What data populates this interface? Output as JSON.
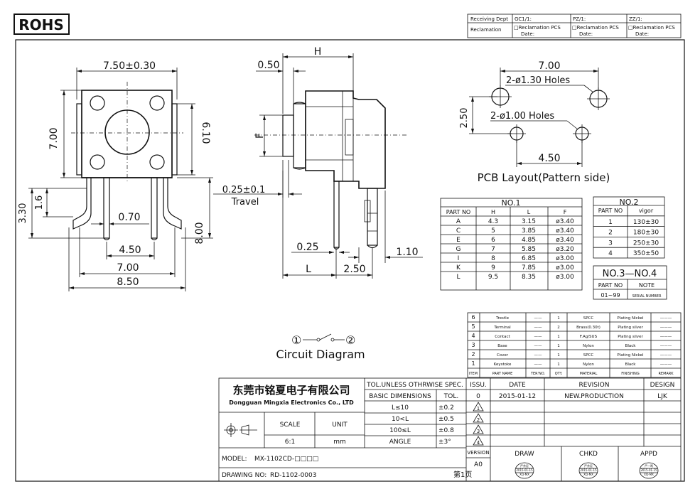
{
  "rohs": "ROHS",
  "receiving": {
    "dept": "Receiving Dept",
    "gc": "GC1/1:",
    "pz": "PZ/1:",
    "zz": "ZZ/1:",
    "reclamation": "Reclamation",
    "recl_pcs": "□Reclamation  PCS",
    "date": "Date:"
  },
  "front_view": {
    "width": "7.50±0.30",
    "height": "7.00",
    "h_right": "6.10",
    "pin_h": "3.30",
    "pin_h2": "1.6",
    "pin_w": "0.70",
    "pitch": "4.50",
    "span": "7.00",
    "overall": "8.50",
    "total_h": "8.00"
  },
  "side_view": {
    "h": "H",
    "top": "0.50",
    "f": "F",
    "travel_val": "0.25±0.1",
    "travel": "Travel",
    "pin_th": "0.25",
    "l": "L",
    "len": "2.50",
    "lead": "1.10"
  },
  "pcb": {
    "span": "7.00",
    "holes_large": "2-ø1.30  Holes",
    "holes_small": "2-ø1.00  Holes",
    "vert": "2.50",
    "pitch": "4.50",
    "title": "PCB  Layout(Pattern  side)"
  },
  "no1": {
    "title": "NO.1",
    "headers": [
      "PART NO",
      "H",
      "L",
      "F"
    ],
    "rows": [
      [
        "A",
        "4.3",
        "3.15",
        "ø3.40"
      ],
      [
        "C",
        "5",
        "3.85",
        "ø3.40"
      ],
      [
        "E",
        "6",
        "4.85",
        "ø3.40"
      ],
      [
        "G",
        "7",
        "5.85",
        "ø3.20"
      ],
      [
        "I",
        "8",
        "6.85",
        "ø3.00"
      ],
      [
        "K",
        "9",
        "7.85",
        "ø3.00"
      ],
      [
        "L",
        "9.5",
        "8.35",
        "ø3.00"
      ]
    ]
  },
  "no2": {
    "title": "NO.2",
    "headers": [
      "PART NO",
      "vigor"
    ],
    "rows": [
      [
        "1",
        "130±30"
      ],
      [
        "2",
        "180±30"
      ],
      [
        "3",
        "250±30"
      ],
      [
        "4",
        "350±50"
      ]
    ]
  },
  "no34": {
    "title": "NO.3—NO.4",
    "headers": [
      "PART NO",
      "NOTE"
    ],
    "row": [
      "01~99",
      "SERIAL NUMBER"
    ]
  },
  "circuit": {
    "p1": "①",
    "p2": "②",
    "label": "Circuit  Diagram"
  },
  "bom": {
    "rows": [
      [
        "6",
        "Trestle",
        "——",
        "1",
        "SPCC",
        "Plating Nickel",
        "———"
      ],
      [
        "5",
        "Terminal",
        "——",
        "2",
        "Brass(0.30t)",
        "Plating silver",
        "———"
      ],
      [
        "4",
        "Contact",
        "——",
        "1",
        "F.Ag/SUS",
        "Plating silver",
        "———"
      ],
      [
        "3",
        "Base",
        "——",
        "1",
        "Nylon",
        "Black",
        "———"
      ],
      [
        "2",
        "Cover",
        "——",
        "1",
        "SPCC",
        "Plating Nickel",
        "———"
      ],
      [
        "1",
        "Keystoke",
        "——",
        "1",
        "Nylon",
        "Black",
        "———"
      ]
    ],
    "headers": [
      "ITEM",
      "PART NAME",
      "TER'NO.",
      "QTY.",
      "MATERIAL",
      "FINISHING",
      "REMARK"
    ]
  },
  "title_block": {
    "company_cn": "东莞市铭夏电子有限公司",
    "company_en": "Dongguan Mingxia Electronics Co., LTD",
    "tol_title": "TOL.UNLESS OTHRWISE SPEC.",
    "basic": "BASIC DIMENSIONS",
    "tol": "TOL.",
    "tol_rows": [
      [
        "L≤10",
        "±0.2"
      ],
      [
        "10<L",
        "±0.5"
      ],
      [
        "100≤L",
        "±0.8"
      ],
      [
        "ANGLE",
        "±3°"
      ]
    ],
    "scale": "SCALE",
    "unit": "UNIT",
    "scale_val": "6:1",
    "unit_val": "mm",
    "model_label": "MODEL:",
    "model": "MX-1102CD-□□□□",
    "drawing_label": "DRAWING NO:",
    "drawing": "RD-1102-0003",
    "page": "第1页",
    "issu": "ISSU.",
    "date": "DATE",
    "revision": "REVISION",
    "design": "DESIGN",
    "issu_val": "0",
    "date_val": "2015-01-12",
    "revision_val": "NEW.PRODUCTION",
    "design_val": "LJK",
    "revs": [
      "1",
      "2",
      "3",
      "4"
    ],
    "version": "VERSION",
    "version_val": "A0",
    "draw": "DRAW",
    "chkd": "CHKD",
    "appd": "APPD",
    "stamp1_top": "严余臣",
    "stamp1_date": "2015-01-15",
    "stamp1_bot": "XQ-MX",
    "stamp2_top": "严余臣",
    "stamp2_date": "2015-01-15",
    "stamp2_bot": "XQ-MX",
    "stamp3_top": "严一鸣",
    "stamp3_date": "2015-01-15",
    "stamp3_bot": "XQ-MX"
  }
}
